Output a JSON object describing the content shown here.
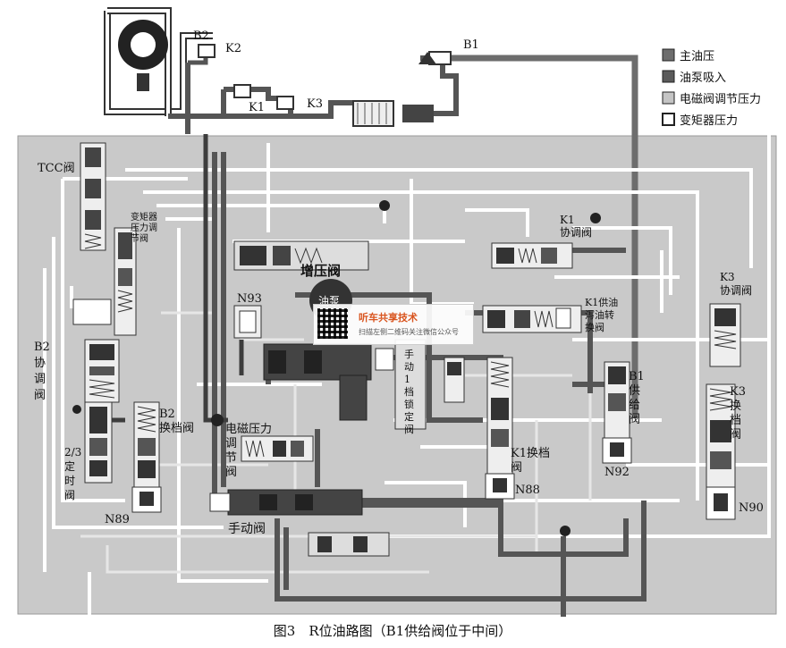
{
  "legend": {
    "items": [
      {
        "label": "主油压",
        "color": "#6d6d6d"
      },
      {
        "label": "油泵吸入",
        "color": "#5a5a5a"
      },
      {
        "label": "电磁阀调节压力",
        "color": "#c4c4c4"
      },
      {
        "label": "变矩器压力",
        "color": "#ffffff"
      }
    ]
  },
  "labels": {
    "b2_top": "B2",
    "k2": "K2",
    "k1_top": "K1",
    "k3_top": "K3",
    "b1_top": "B1",
    "tcc_valve": "TCC阀",
    "tc_pressure_valve": "变矩器压力调节阀",
    "boost_valve": "增压阀",
    "oil_pump": "油泵",
    "n93": "N93",
    "b2_coord_valve": "B2协调阀",
    "b2_shift_valve": "B2换档阀",
    "timing_valve": "2/3定时阀",
    "n89": "N89",
    "solenoid_pressure_valve": "电磁压力调节阀",
    "manual_valve": "手动阀",
    "manual_lock_valve": "手动1档锁定阀",
    "k1_coord_valve": "K1协调阀",
    "k1_drain_valve": "K1供油泻油转换阀",
    "k1_shift_valve": "K1换档阀",
    "n88": "N88",
    "b1_supply_valve": "B1供给阀",
    "n92": "N92",
    "k3_coord_valve": "K3协调阀",
    "k3_shift_valve": "K3换档阀",
    "n90": "N90"
  },
  "watermark": {
    "title": "听车共享技术",
    "subtitle": "扫描左侧二维码关注微信公众号"
  },
  "caption": "图3　R位油路图（B1供给阀位于中间）"
}
